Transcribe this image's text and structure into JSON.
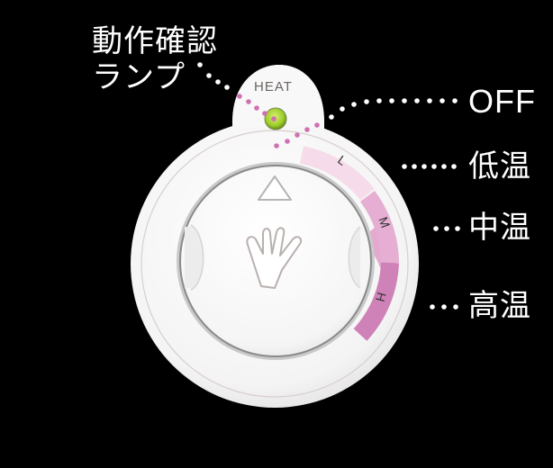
{
  "callouts": {
    "lamp_label_line1": "動作確認",
    "lamp_label_line2": "ランプ",
    "off": "OFF",
    "low": "低温",
    "mid": "中温",
    "high": "高温"
  },
  "device": {
    "indicator_label": "HEAT",
    "indicator_color": "#9ccc2a",
    "scale": [
      {
        "letter": "L",
        "color": "#f3d0e4"
      },
      {
        "letter": "M",
        "color": "#e3a6cc"
      },
      {
        "letter": "H",
        "color": "#cf82b8"
      }
    ],
    "up_arrow_icon": "triangle-up-icon",
    "grip_icon": "hand-icon"
  },
  "colors": {
    "background": "#000000",
    "dot_white": "#ffffff",
    "dot_pink": "#d070b0",
    "body": "#f7f7f7"
  }
}
